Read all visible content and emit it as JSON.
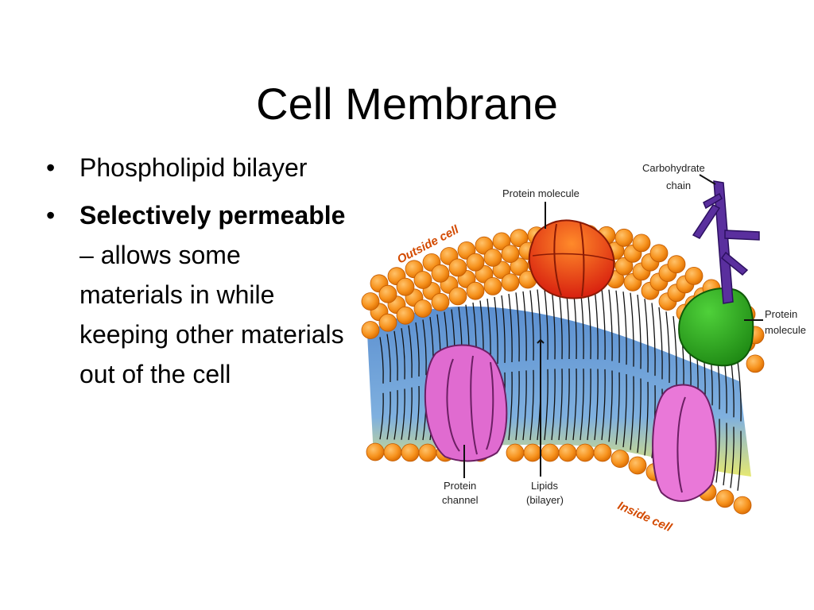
{
  "slide": {
    "title": "Cell Membrane",
    "bullets": [
      {
        "text": "Phospholipid bilayer"
      },
      {
        "bold": "Selectively permeable",
        "rest": " – allows some materials in while keeping other materials out of the cell"
      }
    ]
  },
  "diagram": {
    "labels": {
      "carbohydrate_1": "Carbohydrate",
      "carbohydrate_2": "chain",
      "protein_molecule_top": "Protein molecule",
      "protein_molecule_right_1": "Protein",
      "protein_molecule_right_2": "molecule",
      "outside_cell": "Outside cell",
      "inside_cell": "Inside cell",
      "protein_channel_1": "Protein",
      "protein_channel_2": "channel",
      "lipids_1": "Lipids",
      "lipids_2": "(bilayer)"
    },
    "colors": {
      "lipid_head": "#f7931e",
      "lipid_head_edge": "#c25a00",
      "tail_layer": "#6fa0d8",
      "tail_layer_inner": "#d8e36a",
      "protein_red": "#e8401a",
      "protein_green": "#2fae1f",
      "protein_pink": "#d95bc3",
      "carbohydrate": "#5a2f9e"
    }
  }
}
